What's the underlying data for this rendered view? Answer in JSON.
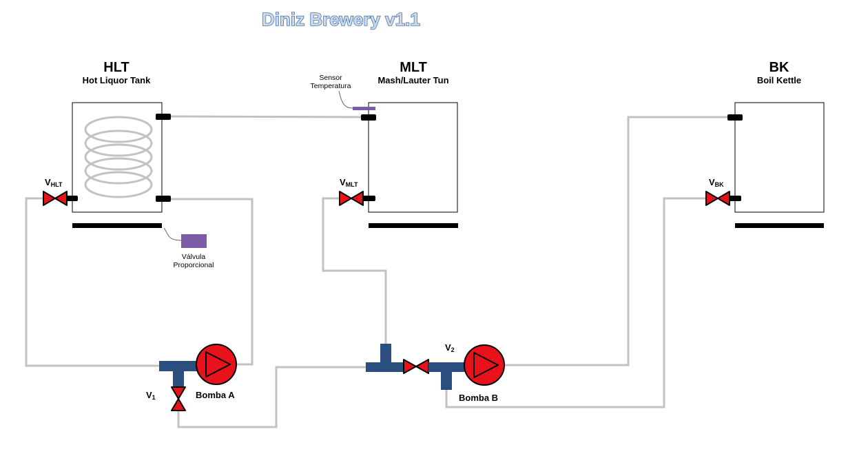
{
  "title": "Diniz Brewery v1.1",
  "tanks": {
    "hlt": {
      "name": "HLT",
      "subtitle": "Hot Liquor Tank"
    },
    "mlt": {
      "name": "MLT",
      "subtitle": "Mash/Lauter Tun"
    },
    "bk": {
      "name": "BK",
      "subtitle": "Boil Kettle"
    }
  },
  "sensor": {
    "line1": "Sensor",
    "line2": "Temperatura"
  },
  "prop_valve": {
    "line1": "Válvula",
    "line2": "Proporcional"
  },
  "valves": {
    "v_hlt": {
      "main": "V",
      "sub": "HLT"
    },
    "v_mlt": {
      "main": "V",
      "sub": "MLT"
    },
    "v_bk": {
      "main": "V",
      "sub": "BK"
    },
    "v1": {
      "main": "V",
      "sub": "1"
    },
    "v2": {
      "main": "V",
      "sub": "2"
    }
  },
  "pumps": {
    "a": {
      "label": "Bomba A"
    },
    "b": {
      "label": "Bomba B"
    }
  },
  "colors": {
    "pipe": "#c2c2c2",
    "valve": "#e8121b",
    "pump": "#e8121b",
    "fitting": "#2a4f7f",
    "sensor": "#7b5aa6",
    "title_fill": "#c9d9ee",
    "title_stroke": "#2b5a92"
  }
}
